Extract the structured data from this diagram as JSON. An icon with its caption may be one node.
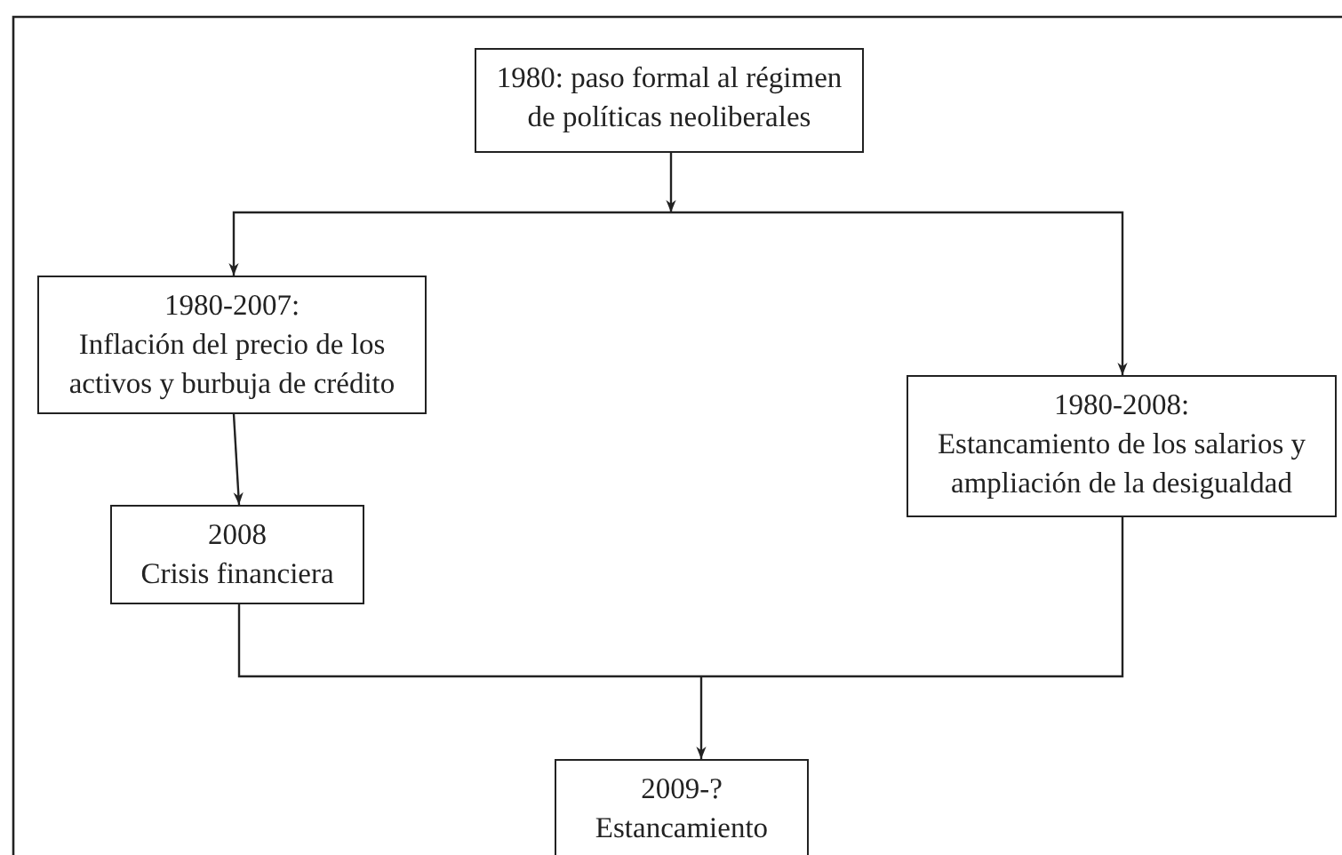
{
  "diagram": {
    "nodes": [
      {
        "text": [
          "1980: paso formal al régimen de políticas neoliberales"
        ]
      },
      {
        "text": [
          "1980-2007:",
          "Inflación del precio de los activos y burbuja de crédito"
        ]
      },
      {
        "text": [
          "2008",
          "Crisis financiera"
        ]
      },
      {
        "text": [
          "1980-2008:",
          "Estancamiento de los salarios y ampliación de la desigualdad"
        ]
      },
      {
        "text": [
          "2009-?",
          "Estancamiento"
        ]
      }
    ],
    "edges": [
      {
        "from": 0,
        "to": 1,
        "arrow": "to"
      },
      {
        "from": 0,
        "to": 3,
        "arrow": "to"
      },
      {
        "from": 1,
        "to": 2,
        "arrow": "to"
      },
      {
        "from": 2,
        "to": 4,
        "arrow": "to"
      },
      {
        "from": 3,
        "to": 4,
        "arrow": "to"
      }
    ]
  }
}
